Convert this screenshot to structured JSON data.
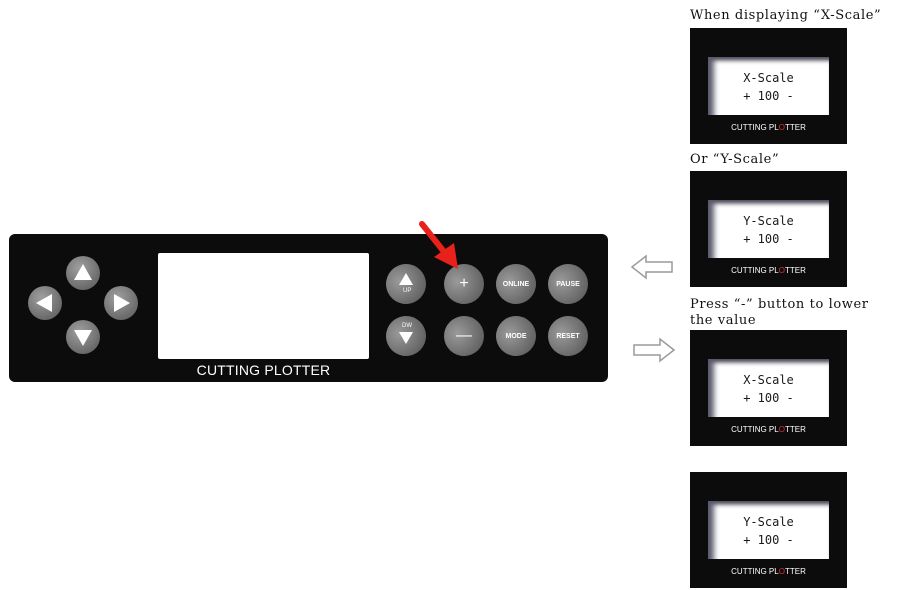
{
  "panel": {
    "brand": "CUTTING PLOTTER",
    "buttons": {
      "up_label": "UP",
      "dw_label": "DW",
      "plus_symbol": "+",
      "minus_symbol": "—",
      "online": "ONLINE",
      "pause": "PAUSE",
      "mode": "MODE",
      "reset": "RESET"
    }
  },
  "colors": {
    "panel_bg": "#0c0c0c",
    "button_gray": "#6e6e6e",
    "pointer_red": "#e8211a",
    "arrow_outline": "#9a9a9a"
  },
  "captions": {
    "x_scale": "When displaying “X-Scale”",
    "y_scale": "Or “Y-Scale”",
    "press_line1": "Press “-” button to lower",
    "press_line2": "the value"
  },
  "displays": [
    {
      "line1": "X-Scale",
      "line2": "+ 100 -",
      "brand_pre": "CUTTING PL",
      "brand_dot": "O",
      "brand_post": "TTER"
    },
    {
      "line1": "Y-Scale",
      "line2": "+ 100 -",
      "brand_pre": "CUTTING PL",
      "brand_dot": "O",
      "brand_post": "TTER"
    },
    {
      "line1": "X-Scale",
      "line2": "+ 100 -",
      "brand_pre": "CUTTING PL",
      "brand_dot": "O",
      "brand_post": "TTER"
    },
    {
      "line1": "Y-Scale",
      "line2": "+ 100 -",
      "brand_pre": "CUTTING PL",
      "brand_dot": "O",
      "brand_post": "TTER"
    }
  ]
}
